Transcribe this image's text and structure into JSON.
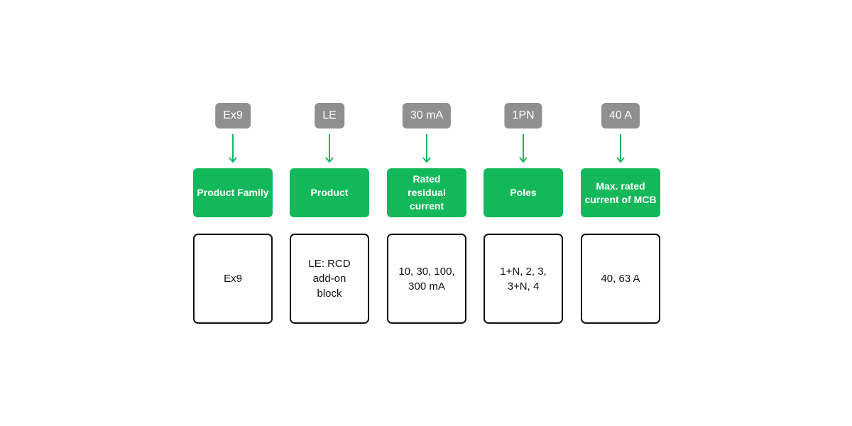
{
  "accent_color": "#12b85a",
  "code_color": "#8f8f8f",
  "columns": [
    {
      "code": "Ex9",
      "label": "Product Family",
      "value": "Ex9"
    },
    {
      "code": "LE",
      "label": "Product",
      "value": "LE: RCD add-on block"
    },
    {
      "code": "30 mA",
      "label": "Rated residual current",
      "value": "10, 30, 100, 300 mA"
    },
    {
      "code": "1PN",
      "label": "Poles",
      "value": "1+N, 2, 3, 3+N, 4"
    },
    {
      "code": "40 A",
      "label": "Max. rated current of MCB",
      "value": "40, 63 A"
    }
  ]
}
